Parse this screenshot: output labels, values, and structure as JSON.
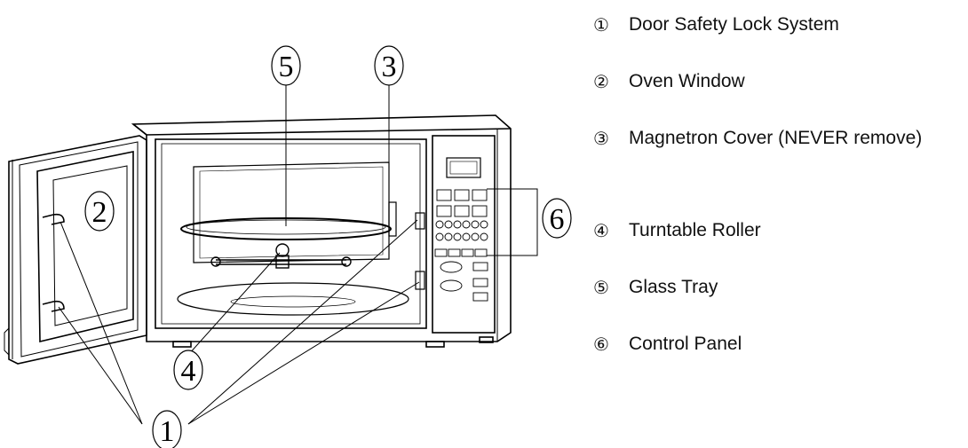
{
  "callouts": {
    "c1": "1",
    "c2": "2",
    "c3": "3",
    "c4": "4",
    "c5": "5",
    "c6": "6"
  },
  "legend": [
    {
      "num": "①",
      "label": "Door Safety Lock System"
    },
    {
      "num": "②",
      "label": "Oven Window"
    },
    {
      "num": "③",
      "label": "Magnetron Cover (NEVER remove)"
    },
    {
      "num": "④",
      "label": "Turntable Roller"
    },
    {
      "num": "⑤",
      "label": "Glass Tray"
    },
    {
      "num": "⑥",
      "label": "Control Panel"
    }
  ]
}
